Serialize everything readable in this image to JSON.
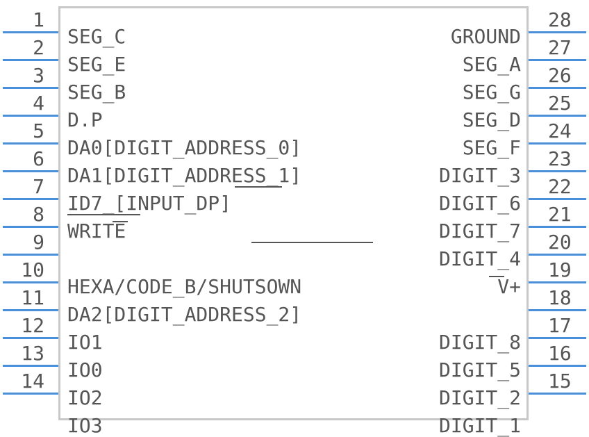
{
  "left_pins": [
    {
      "number": "1",
      "label": "SEG_C"
    },
    {
      "number": "2",
      "label": "SEG_E"
    },
    {
      "number": "3",
      "label": "SEG_B"
    },
    {
      "number": "4",
      "label": "D.P"
    },
    {
      "number": "5",
      "label": "DA0[DIGIT_ADDRESS_0]"
    },
    {
      "number": "6",
      "label": "DA1[DIGIT_ADDRESS_1]"
    },
    {
      "number": "7",
      "label": "ID7_[INPUT_DP]"
    },
    {
      "number": "8",
      "label": "WRITE"
    },
    {
      "number": "9",
      "label": ""
    },
    {
      "number": "10",
      "label": "HEXA/CODE_B/SHUTSOWN"
    },
    {
      "number": "11",
      "label": "DA2[DIGIT_ADDRESS_2]"
    },
    {
      "number": "12",
      "label": "IO1"
    },
    {
      "number": "13",
      "label": "IO0"
    },
    {
      "number": "14",
      "label": "IO2"
    },
    {
      "number": "",
      "label": "IO3"
    }
  ],
  "right_pins": [
    {
      "number": "28",
      "label": "GROUND"
    },
    {
      "number": "27",
      "label": "SEG_A"
    },
    {
      "number": "26",
      "label": "SEG_G"
    },
    {
      "number": "25",
      "label": "SEG_D"
    },
    {
      "number": "24",
      "label": "SEG_F"
    },
    {
      "number": "23",
      "label": "DIGIT_3"
    },
    {
      "number": "22",
      "label": "DIGIT_6"
    },
    {
      "number": "21",
      "label": "DIGIT_7"
    },
    {
      "number": "20",
      "label": "DIGIT_4"
    },
    {
      "number": "19",
      "label": "V+"
    },
    {
      "number": "18",
      "label": ""
    },
    {
      "number": "17",
      "label": "DIGIT_8"
    },
    {
      "number": "16",
      "label": "DIGIT_5"
    },
    {
      "number": "15",
      "label": "DIGIT_2"
    },
    {
      "number": "",
      "label": "DIGIT_1"
    }
  ],
  "colors": {
    "pin": "#4a8fd9",
    "body_border": "#c8c8c8",
    "text": "#555555"
  }
}
